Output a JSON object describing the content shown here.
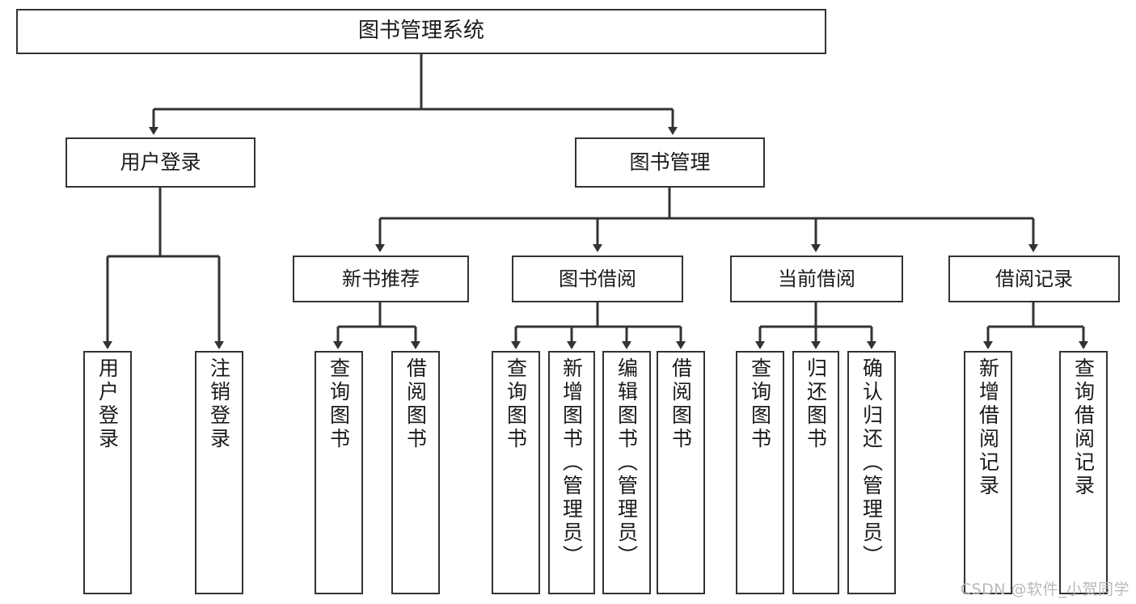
{
  "diagram": {
    "title": "图书管理系统",
    "watermark": "CSDN @软件_小贺同学",
    "stroke_color": "#333333",
    "background_color": "#ffffff",
    "text_color": "#1a1a1a",
    "watermark_color": "#b9b9b9"
  },
  "nodes": {
    "root": {
      "label": "图书管理系统"
    },
    "level2": [
      {
        "label": "用户登录"
      },
      {
        "label": "图书管理"
      }
    ],
    "level3": [
      {
        "label": "新书推荐"
      },
      {
        "label": "图书借阅"
      },
      {
        "label": "当前借阅"
      },
      {
        "label": "借阅记录"
      }
    ],
    "leaves_user_login": [
      {
        "label": "用户登录"
      },
      {
        "label": "注销登录"
      }
    ],
    "leaves_new_book": [
      {
        "label": "查询图书"
      },
      {
        "label": "借阅图书"
      }
    ],
    "leaves_borrow": [
      {
        "label": "查询图书"
      },
      {
        "label": "新增图书（管理员）"
      },
      {
        "label": "编辑图书（管理员）"
      },
      {
        "label": "借阅图书"
      }
    ],
    "leaves_current": [
      {
        "label": "查询图书"
      },
      {
        "label": "归还图书"
      },
      {
        "label": "确认归还（管理员）"
      }
    ],
    "leaves_records": [
      {
        "label": "新增借阅记录"
      },
      {
        "label": "查询借阅记录"
      }
    ]
  }
}
